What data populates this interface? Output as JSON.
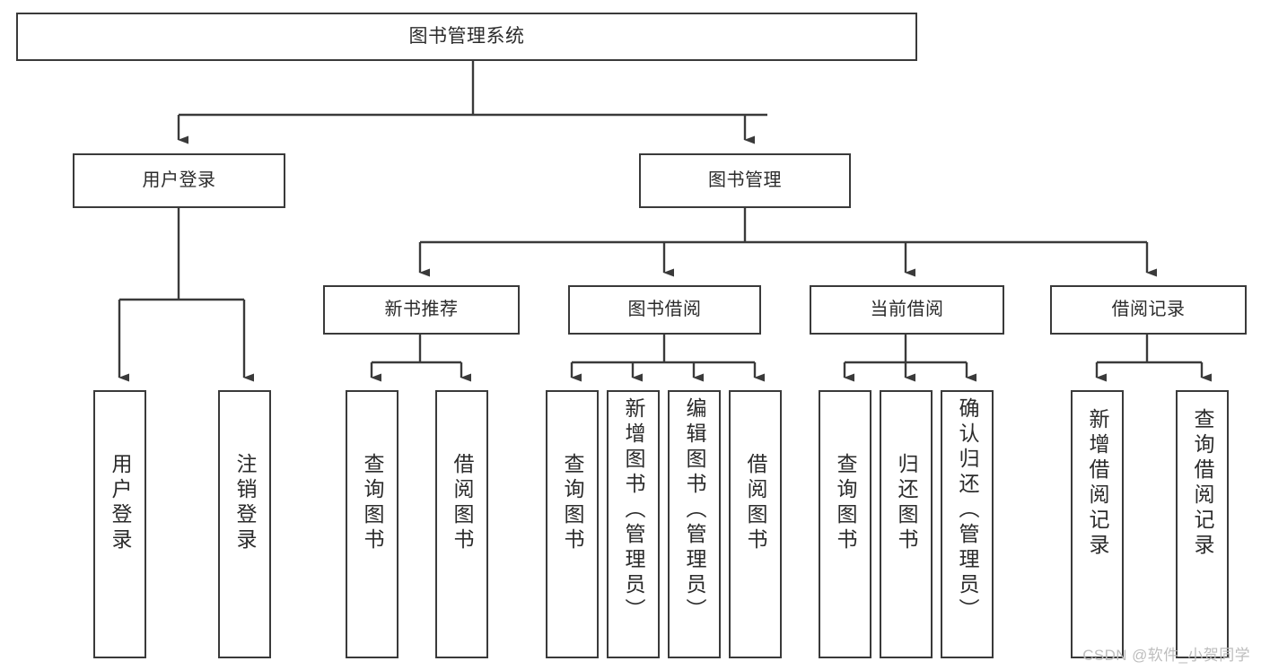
{
  "diagram": {
    "type": "tree-hierarchy-chart",
    "orientation": "top-down",
    "root": {
      "label": "图书管理系统"
    },
    "level2": [
      {
        "label": "用户登录"
      },
      {
        "label": "图书管理"
      }
    ],
    "level3": [
      {
        "label": "新书推荐"
      },
      {
        "label": "图书借阅"
      },
      {
        "label": "当前借阅"
      },
      {
        "label": "借阅记录"
      }
    ],
    "leaves": {
      "user_login": [
        {
          "label": "用户登录"
        },
        {
          "label": "注销登录"
        }
      ],
      "new_book_recommend": [
        {
          "label": "查询图书"
        },
        {
          "label": "借阅图书"
        }
      ],
      "book_borrow": [
        {
          "label": "查询图书"
        },
        {
          "label": "新增图书（管理员）"
        },
        {
          "label": "编辑图书（管理员）"
        },
        {
          "label": "借阅图书"
        }
      ],
      "current_borrow": [
        {
          "label": "查询图书"
        },
        {
          "label": "归还图书"
        },
        {
          "label": "确认归还（管理员）"
        }
      ],
      "borrow_record": [
        {
          "label": "新增借阅记录"
        },
        {
          "label": "查询借阅记录"
        }
      ]
    }
  },
  "watermark": {
    "text": "CSDN @软件_小贺同学"
  },
  "colors": {
    "box_border": "#3a3a3a",
    "box_fill": "#ffffff",
    "connector": "#3a3a3a",
    "text": "#2b2b2b",
    "watermark": "#bdbdbd",
    "background": "#ffffff"
  }
}
